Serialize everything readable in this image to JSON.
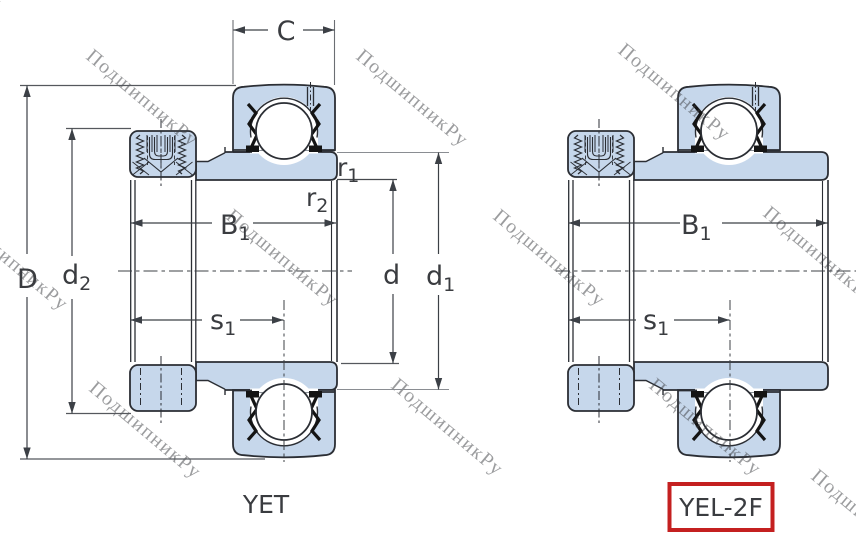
{
  "watermark": {
    "text": "ПодшипникРу",
    "color": "#97979a"
  },
  "drawing": {
    "fill_color": "#c6d7eb",
    "line_color": "#2b2e34",
    "dim_color": "#3c4046",
    "labels": {
      "C": {
        "main": "C",
        "sub": ""
      },
      "D": {
        "main": "D",
        "sub": ""
      },
      "d2": {
        "main": "d",
        "sub": "2"
      },
      "B1": {
        "main": "B",
        "sub": "1"
      },
      "s1": {
        "main": "s",
        "sub": "1"
      },
      "r1": {
        "main": "r",
        "sub": "1"
      },
      "r2": {
        "main": "r",
        "sub": "2"
      },
      "d": {
        "main": "d",
        "sub": ""
      },
      "d1": {
        "main": "d",
        "sub": "1"
      }
    },
    "views": [
      {
        "designation": "YET",
        "highlighted": false
      },
      {
        "designation": "YEL-2F",
        "highlighted": true,
        "highlight_color": "#c42020"
      }
    ]
  }
}
